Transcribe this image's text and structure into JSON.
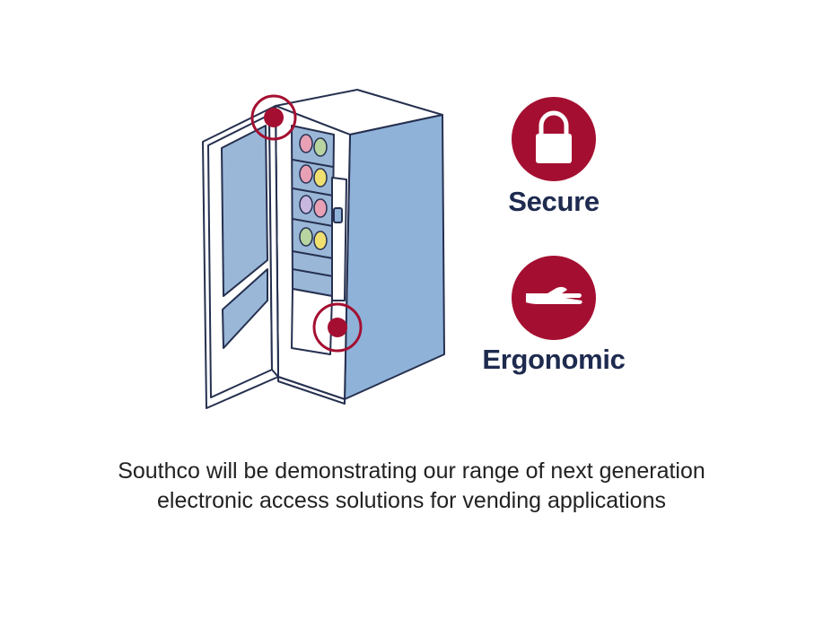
{
  "colors": {
    "accent_red": "#a40f31",
    "navy": "#1e2b4f",
    "panel_blue": "#9ab7d8",
    "body_blue": "#8fb2d9",
    "outline": "#26304f",
    "caption_text": "#222222"
  },
  "features": [
    {
      "icon": "padlock-icon",
      "label": "Secure"
    },
    {
      "icon": "hand-icon",
      "label": "Ergonomic"
    }
  ],
  "caption": {
    "line1": "Southco will be demonstrating our range of next generation",
    "line2": "electronic access solutions for vending applications"
  }
}
